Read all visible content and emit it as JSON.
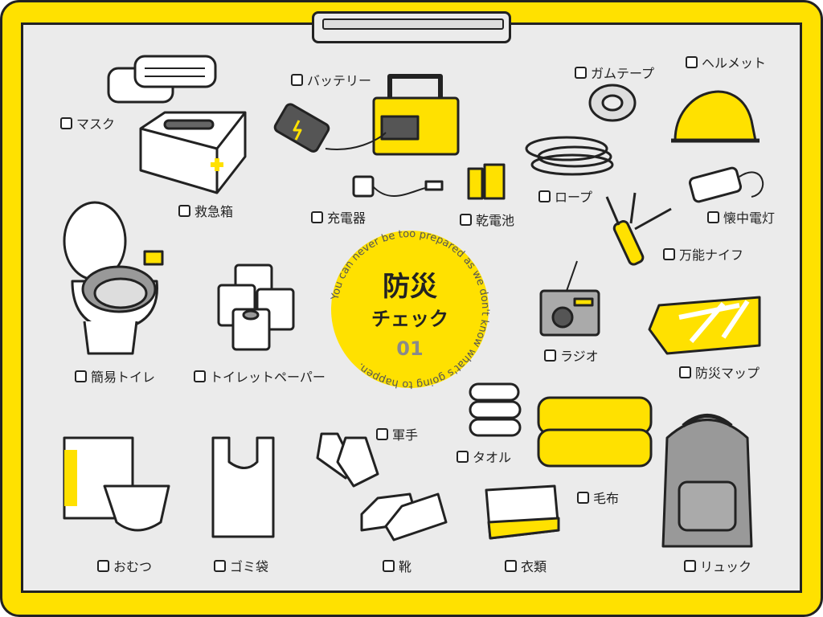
{
  "badge": {
    "title": "防災",
    "subtitle": "チェック",
    "number": "01",
    "circular_text": "You can never be too prepared as we don't know what's going to happen."
  },
  "colors": {
    "accent": "#ffe100",
    "board": "#ebebeb",
    "ink": "#222222",
    "gray": "#8a8a8a"
  },
  "items": [
    {
      "label": "マスク",
      "checked": false
    },
    {
      "label": "バッテリー",
      "checked": false
    },
    {
      "label": "ガムテープ",
      "checked": false
    },
    {
      "label": "ヘルメット",
      "checked": false
    },
    {
      "label": "救急箱",
      "checked": false
    },
    {
      "label": "充電器",
      "checked": false
    },
    {
      "label": "乾電池",
      "checked": false
    },
    {
      "label": "ロープ",
      "checked": false
    },
    {
      "label": "懐中電灯",
      "checked": false
    },
    {
      "label": "万能ナイフ",
      "checked": false
    },
    {
      "label": "簡易トイレ",
      "checked": false
    },
    {
      "label": "トイレットペーパー",
      "checked": false
    },
    {
      "label": "ラジオ",
      "checked": false
    },
    {
      "label": "防災マップ",
      "checked": false
    },
    {
      "label": "軍手",
      "checked": false
    },
    {
      "label": "タオル",
      "checked": false
    },
    {
      "label": "毛布",
      "checked": false
    },
    {
      "label": "おむつ",
      "checked": false
    },
    {
      "label": "ゴミ袋",
      "checked": false
    },
    {
      "label": "靴",
      "checked": false
    },
    {
      "label": "衣類",
      "checked": false
    },
    {
      "label": "リュック",
      "checked": false
    }
  ]
}
